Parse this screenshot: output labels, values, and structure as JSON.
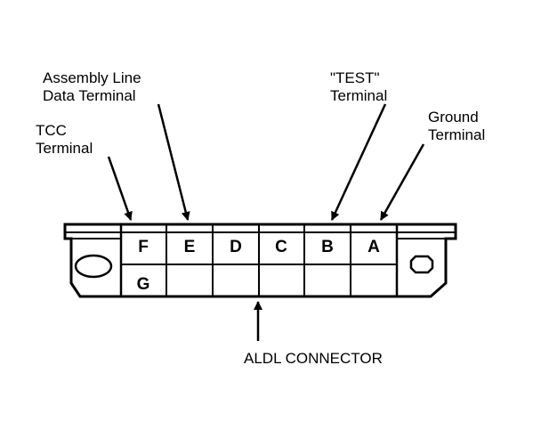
{
  "colors": {
    "ink": "#000000",
    "paper": "#ffffff"
  },
  "labels": {
    "tcc": [
      "TCC",
      "Terminal"
    ],
    "assembly": [
      "Assembly Line",
      "Data Terminal"
    ],
    "test": [
      "\"TEST\"",
      "Terminal"
    ],
    "ground": [
      "Ground",
      "Terminal"
    ],
    "connector": "ALDL CONNECTOR"
  },
  "connector": {
    "top_row": [
      "F",
      "E",
      "D",
      "C",
      "B",
      "A"
    ],
    "bottom_row": [
      "G",
      "",
      "",
      "",
      "",
      ""
    ]
  }
}
